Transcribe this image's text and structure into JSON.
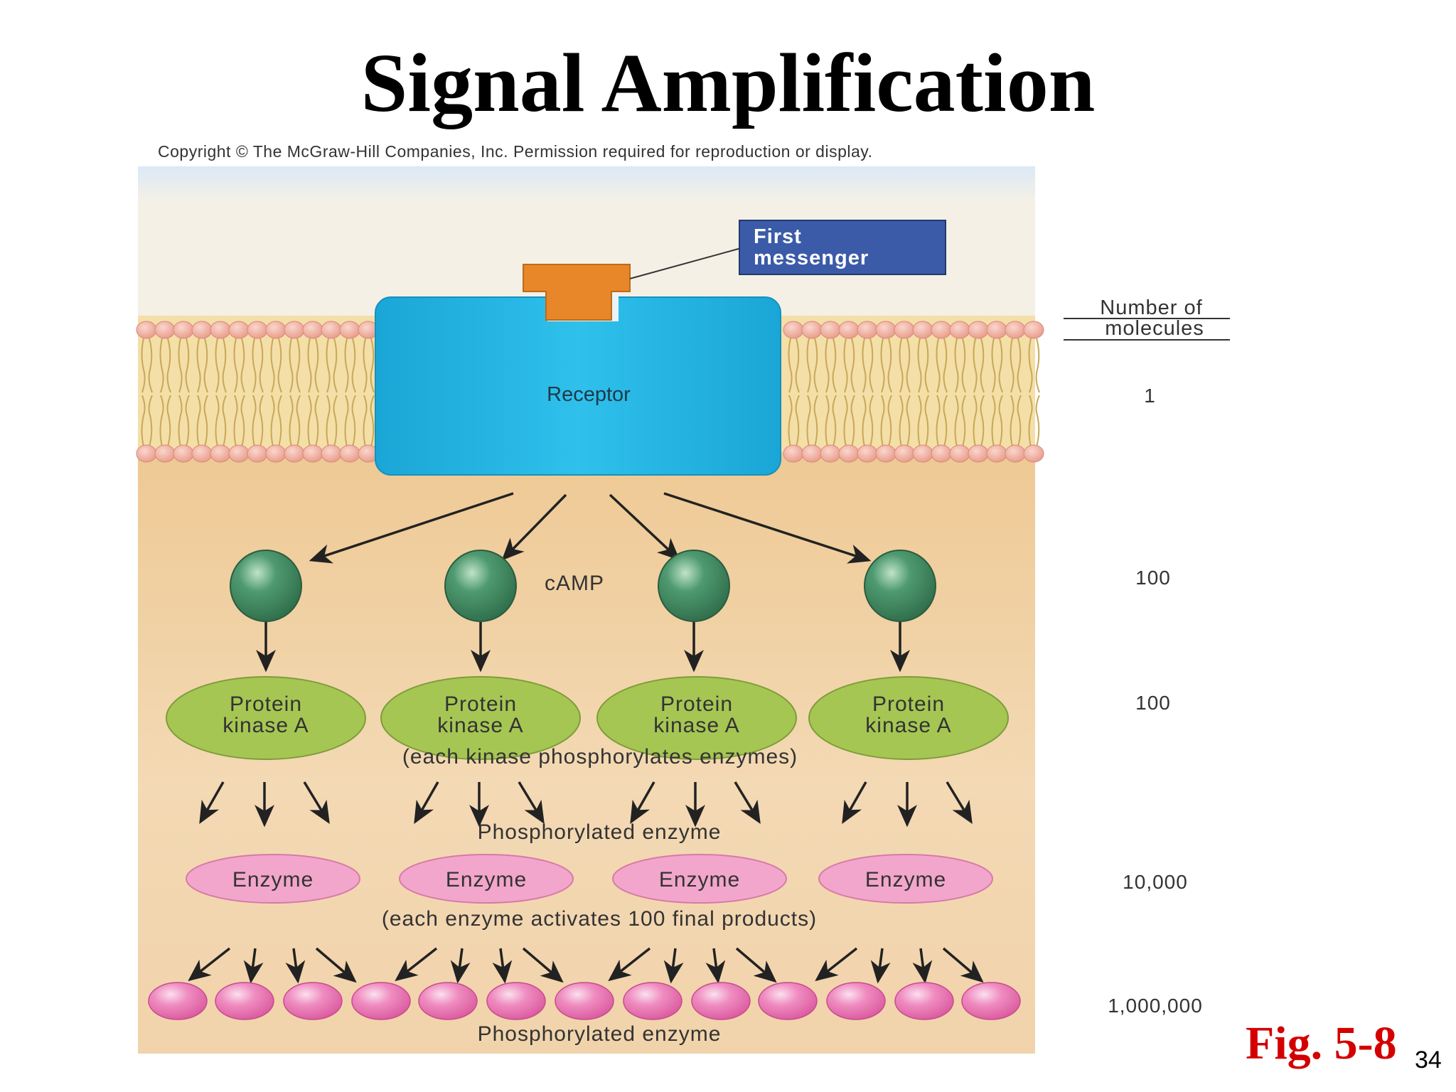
{
  "title": "Signal Amplification",
  "copyright": "Copyright © The McGraw-Hill Companies, Inc. Permission required for reproduction or display.",
  "first_messenger": [
    "First",
    "messenger"
  ],
  "receptor_label": "Receptor",
  "camp_label": "cAMP",
  "kinase_label": [
    "Protein",
    "kinase A"
  ],
  "kinase_note": "(each kinase phosphorylates enzymes)",
  "phosphorylated_enzyme_label": "Phosphorylated enzyme",
  "enzyme_label": "Enzyme",
  "enzyme_note": "(each enzyme activates 100 final products)",
  "final_label": "Phosphorylated enzyme",
  "count_header": [
    "Number of",
    "molecules"
  ],
  "counts": [
    "1",
    "100",
    "100",
    "10,000",
    "1,000,000"
  ],
  "fig_label": "Fig. 5-8",
  "page_number": "34",
  "colors": {
    "receptor": "#19b2e0",
    "ligand": "#e8862a",
    "first_messenger_box": "#3b5ba8",
    "camp": "#3f8a62",
    "kinase": "#a6c653",
    "enzyme": "#f2a6cb",
    "product": "#e864ae",
    "fig_label": "#d40000"
  }
}
